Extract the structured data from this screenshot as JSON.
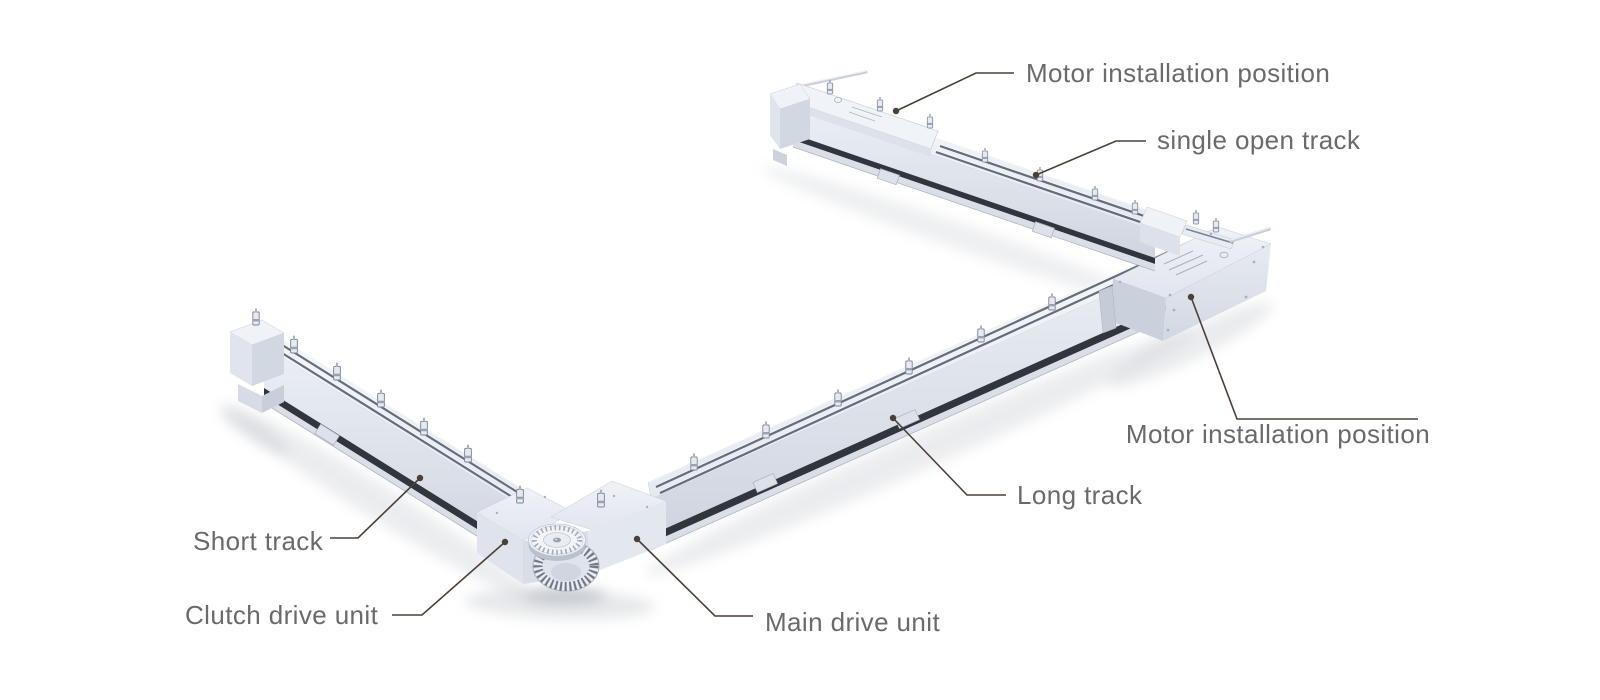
{
  "diagram": {
    "type": "labeled-product-diagram",
    "labels": [
      {
        "id": "motor-position-top",
        "text": "Motor installation position"
      },
      {
        "id": "single-open-track",
        "text": "single open track"
      },
      {
        "id": "motor-position-right",
        "text": "Motor installation position"
      },
      {
        "id": "long-track",
        "text": "Long track"
      },
      {
        "id": "short-track",
        "text": "Short track"
      },
      {
        "id": "clutch-drive-unit",
        "text": "Clutch drive unit"
      },
      {
        "id": "main-drive-unit",
        "text": "Main drive unit"
      }
    ],
    "colors": {
      "background": "#ffffff",
      "label_text": "#6a6a6a",
      "leader_line": "#4a4038",
      "track_body_light": "#eef1f6",
      "track_body_shade": "#d5dae4",
      "track_slot_dark": "#262b33",
      "rail": "#6b7380"
    }
  }
}
